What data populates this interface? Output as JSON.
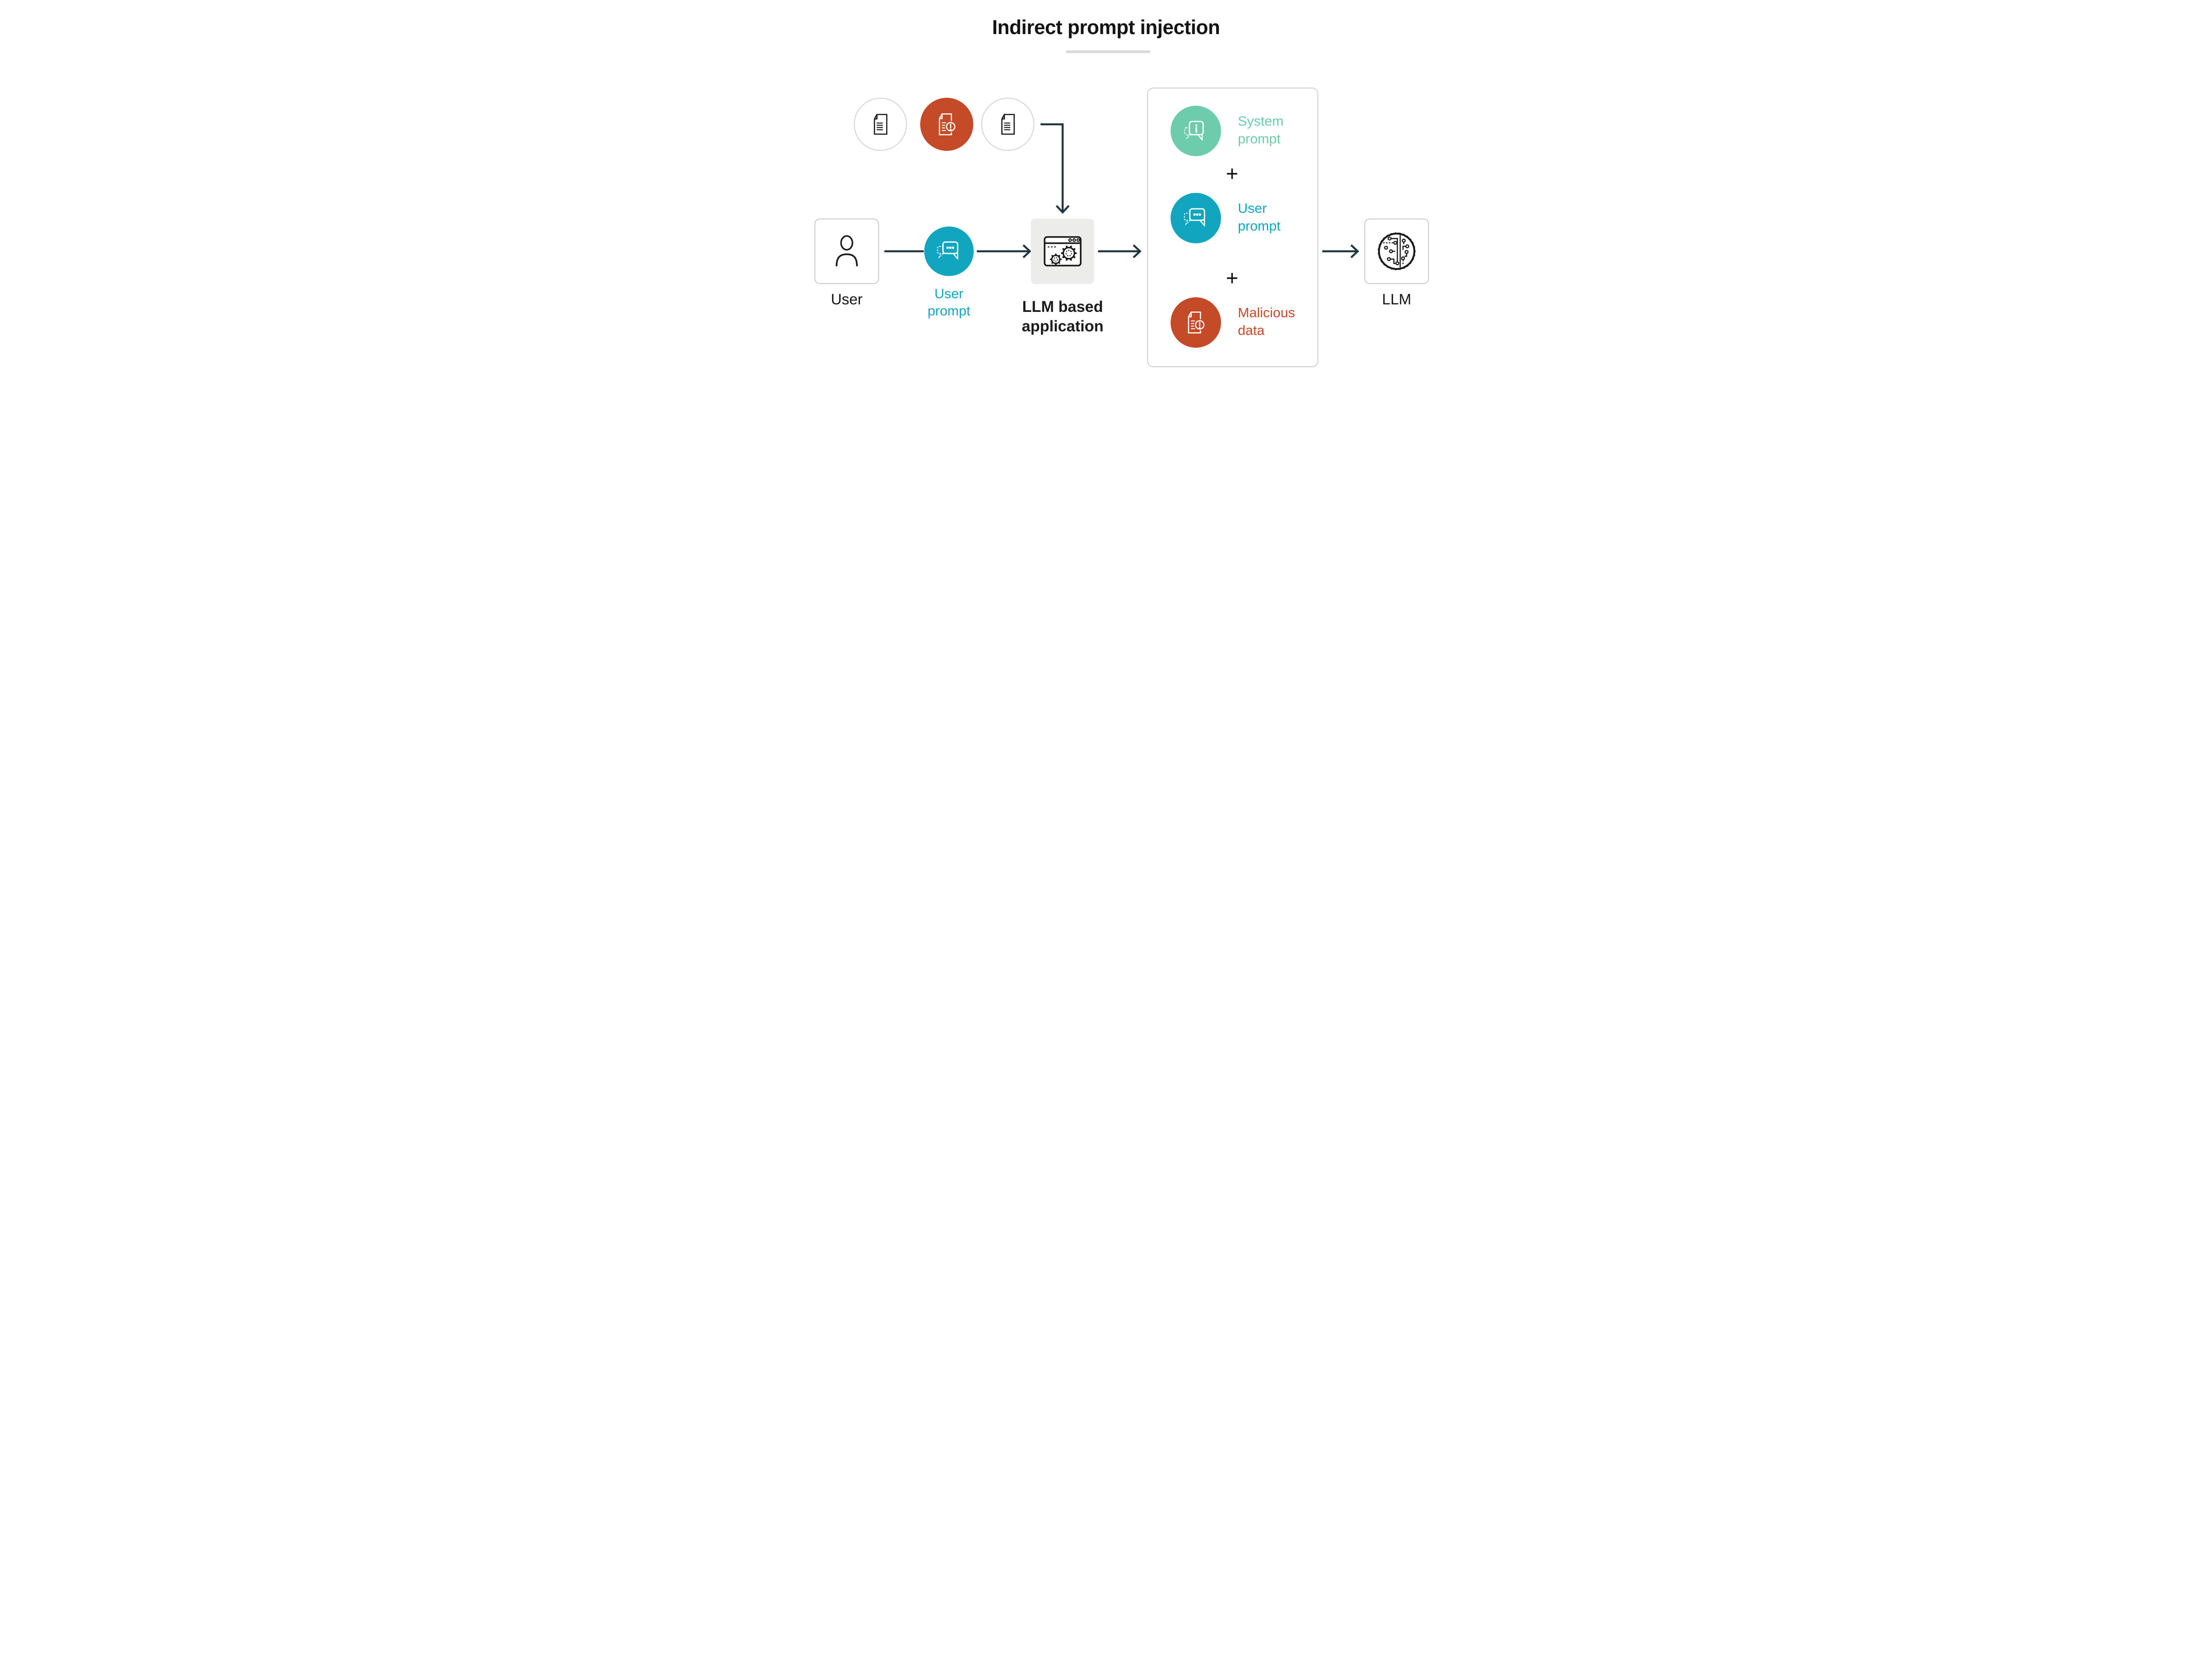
{
  "title": {
    "text": "Indirect prompt injection"
  },
  "colors": {
    "teal": "#11A5C0",
    "green": "#6DCCAC",
    "red": "#C44A28",
    "arrow_dark": "#20363E",
    "box_border": "#C9C9C9",
    "panel_border": "#CFCFCF",
    "doc_circle_border": "#D3D3D3",
    "app_box_bg": "#ECECEB",
    "title_underline": "#DADADA",
    "text_dark": "#161616"
  },
  "flow": {
    "user": {
      "label": "User",
      "icon": "person-icon"
    },
    "user_prompt": {
      "label": "User prompt",
      "icon": "chat-dots-icon",
      "color": "#11A5C0"
    },
    "llm_app": {
      "label": "LLM based application",
      "icon": "browser-gears-icon"
    },
    "llm": {
      "label": "LLM",
      "icon": "circuit-brain-icon"
    }
  },
  "documents": {
    "items": [
      {
        "icon": "document-icon",
        "style": "plain"
      },
      {
        "icon": "document-warning-icon",
        "style": "red"
      },
      {
        "icon": "document-icon",
        "style": "plain"
      }
    ]
  },
  "panel": {
    "plus": "+",
    "items": [
      {
        "label": "System prompt",
        "icon": "info-chat-icon",
        "color": "#6DCCAC"
      },
      {
        "label": "User prompt",
        "icon": "chat-dots-icon",
        "color": "#11A5C0"
      },
      {
        "label": "Malicious data",
        "icon": "document-warning-icon",
        "color": "#C44A28"
      }
    ]
  },
  "arrows": [
    "documents-to-llm-app",
    "user-to-user-prompt",
    "user-prompt-to-llm-app",
    "llm-app-to-context-panel",
    "context-panel-to-llm"
  ]
}
